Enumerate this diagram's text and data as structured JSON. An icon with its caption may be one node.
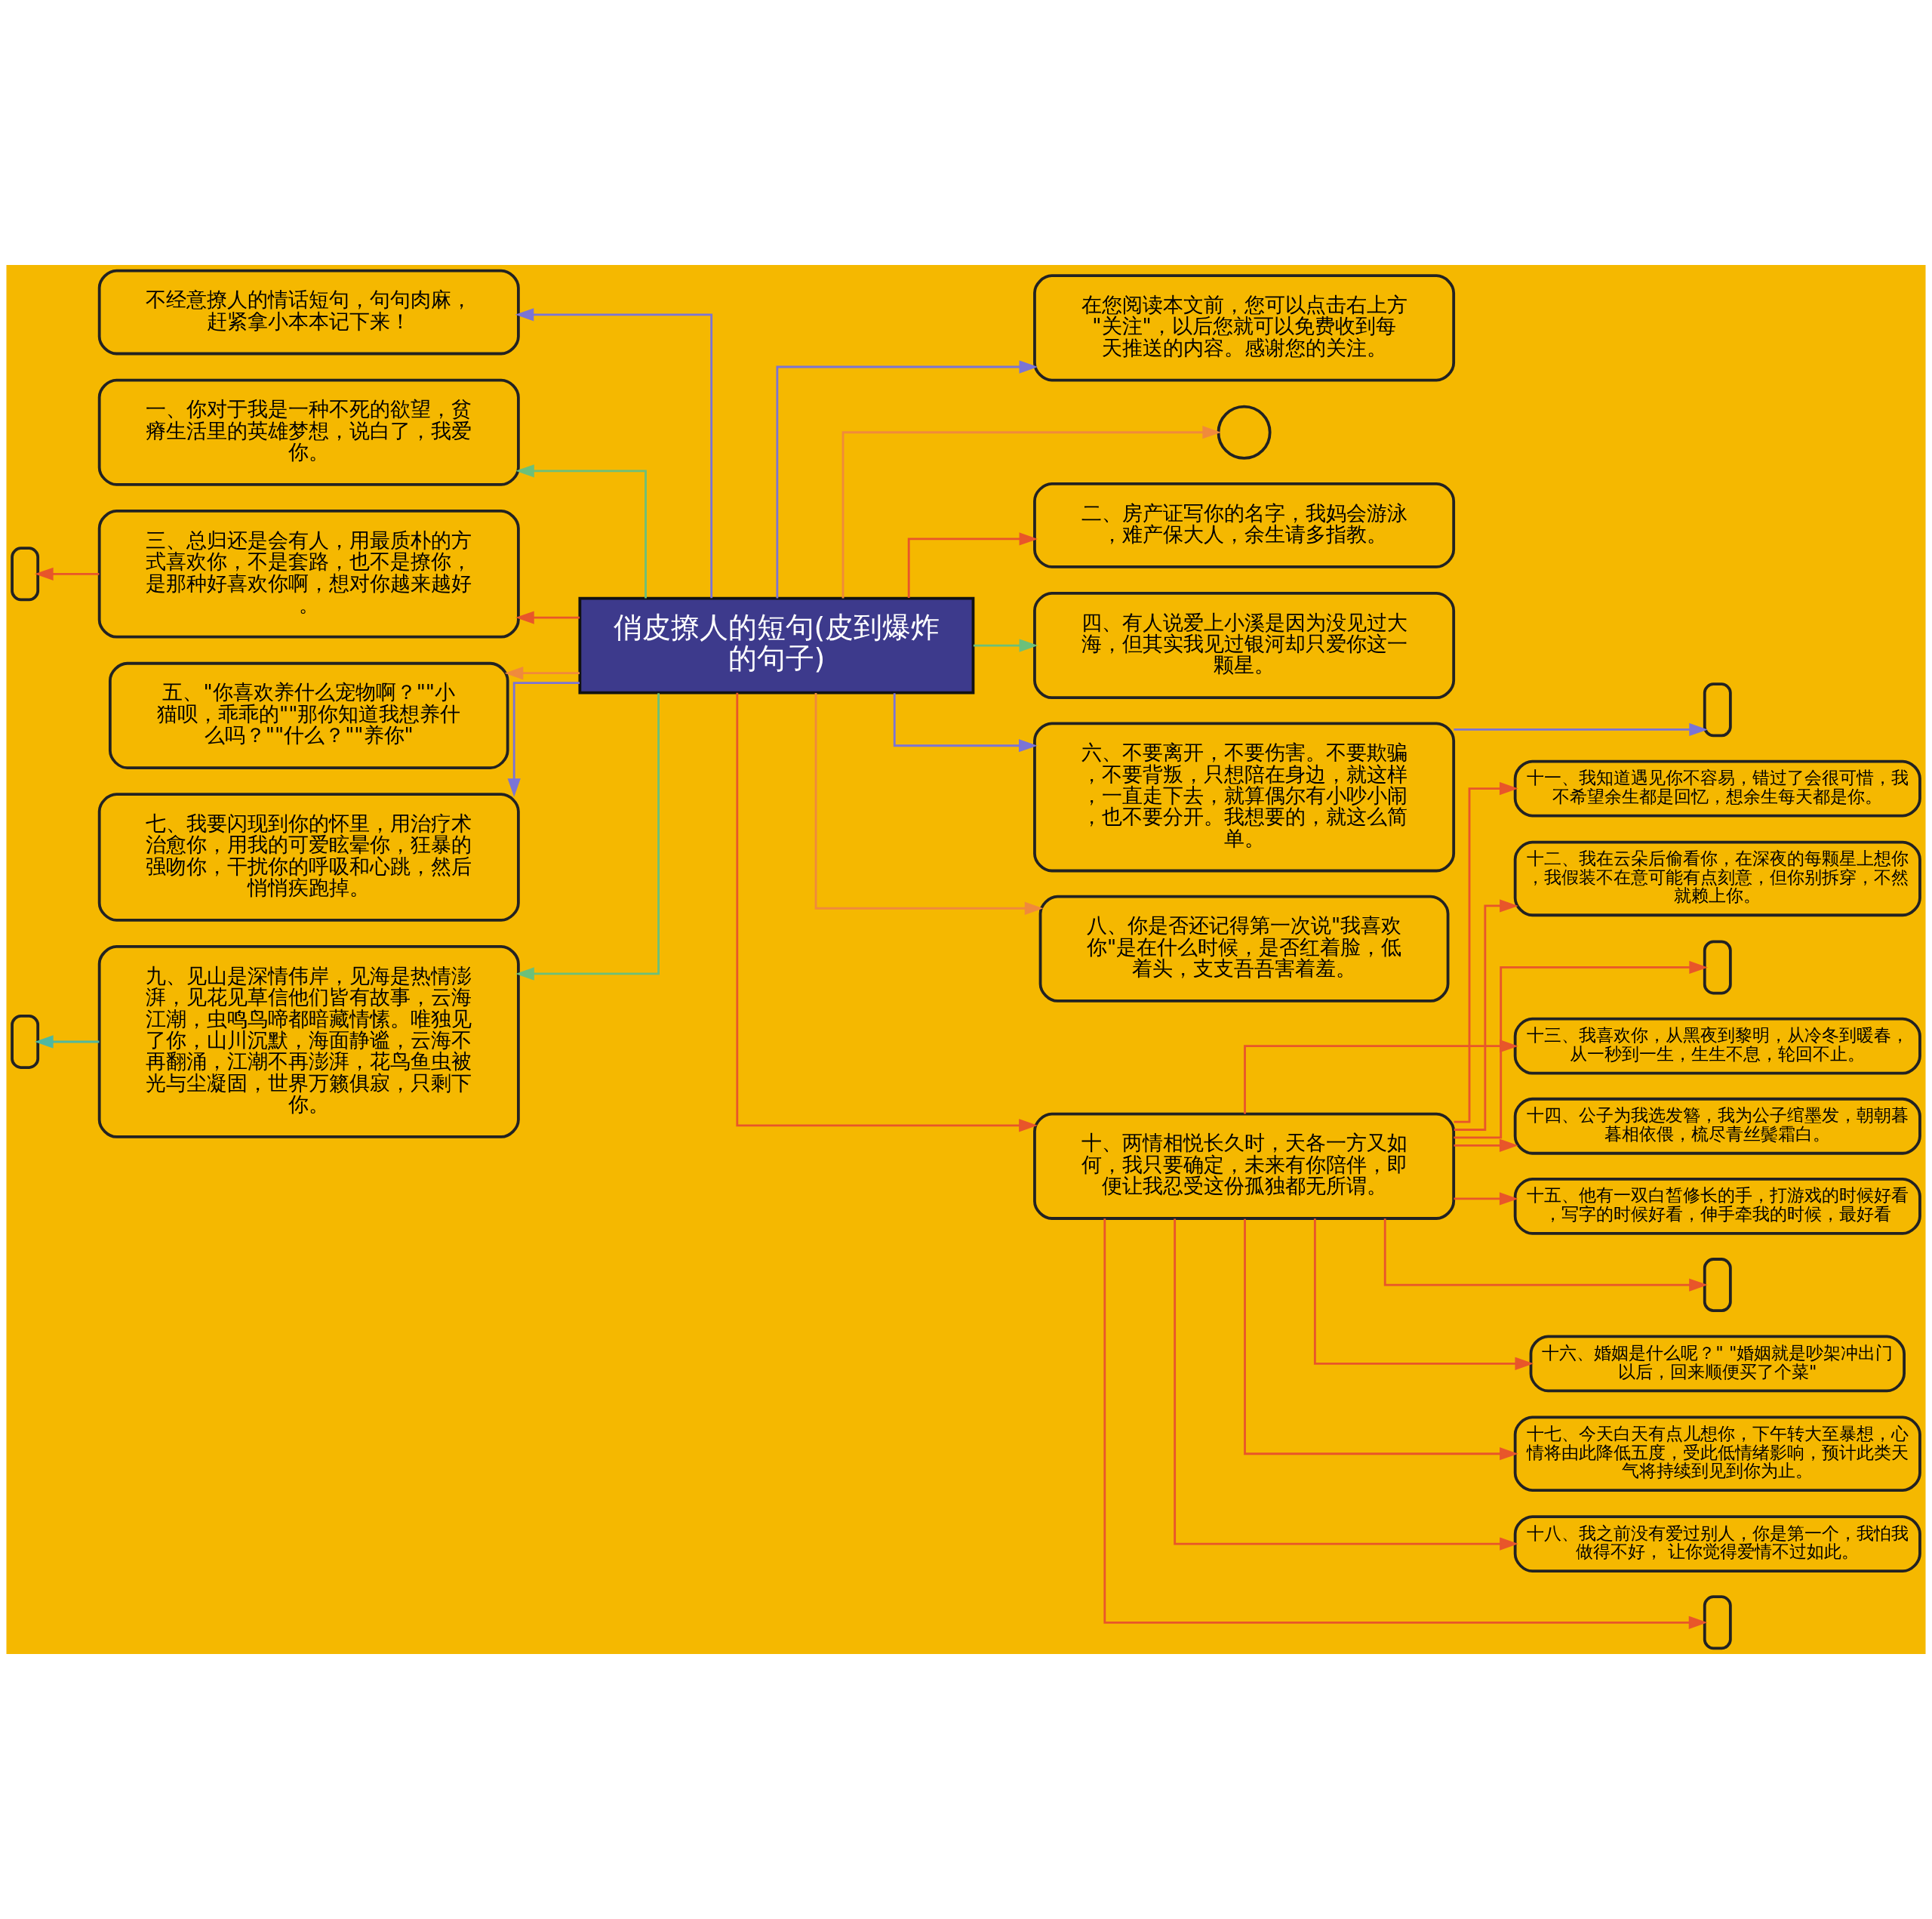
{
  "diagram": {
    "nodes": [
      {
        "text": [
          "俏皮撩人的短句(皮到爆炸的句子)"
        ]
      },
      {
        "text": [
          "不经意撩人的情话短句，句句肉麻，赶紧拿小本本记下来！"
        ]
      },
      {
        "text": [
          "一、你对于我是一种不死的欲望，贫瘠生活里的英雄梦想，说白了，我爱你。"
        ]
      },
      {
        "text": [
          "三、总归还是会有人，用最质朴的方式喜欢你，不是套路，也不是撩你，是那种好喜欢你啊，想对你越来越好。"
        ]
      },
      {
        "text": [],
        "shape": "box"
      },
      {
        "text": [
          "五、\"你喜欢养什么宠物啊？\"\"小猫呗，乖乖的\"\"那你知道我想养什么吗？\"\"什么？\"\"养你\""
        ]
      },
      {
        "text": [
          "七、我要闪现到你的怀里，用治疗术治愈你，用我的可爱眩晕你，狂暴的强吻你，干扰你的呼吸和心跳，然后悄悄疾跑掉。"
        ]
      },
      {
        "text": [
          "九、见山是深情伟岸，见海是热情澎湃，见花见草信他们皆有故事，云海江潮，虫鸣鸟啼都暗藏情愫。唯独见了你，山川沉默，海面静谧，云海不再翻涌，江潮不再澎湃，花鸟鱼虫被光与尘凝固，世界万籁俱寂，只剩下你。"
        ]
      },
      {
        "text": [],
        "shape": "box"
      },
      {
        "text": [
          "在您阅读本文前，您可以点击右上方\"关注\"，以后您就可以免费收到每天推送的内容。感谢您的关注。"
        ]
      },
      {
        "text": [],
        "shape": "circle"
      },
      {
        "text": [
          "二、房产证写你的名字，我妈会游泳，难产保大人，余生请多指教。"
        ]
      },
      {
        "text": [
          "四、有人说爱上小溪是因为没见过大海，但其实我见过银河却只爱你这一颗星。"
        ]
      },
      {
        "text": [
          "六、不要离开，不要伤害。不要欺骗，不要背叛，只想陪在身边，就这样，一直走下去，就算偶尔有小吵小闹，也不要分开。我想要的，就这么简单。"
        ]
      },
      {
        "text": [],
        "shape": "box"
      },
      {
        "text": [
          "八、你是否还记得第一次说\"我喜欢你\"是在什么时候，是否红着脸，低着头，支支吾吾害着羞。"
        ]
      },
      {
        "text": [
          "十、两情相悦长久时，天各一方又如何，我只要确定，未来有你陪伴，即便让我忍受这份孤独都无所谓。"
        ]
      },
      {
        "text": [
          "十一、我知道遇见你不容易，错过了会很可惜，我不希望余生都是回忆，想余生每天都是你。"
        ]
      },
      {
        "text": [
          "十二、我在云朵后偷看你，在深夜的每颗星上想你，我假装不在意可能有点刻意，但你别拆穿，不然就赖上你。"
        ]
      },
      {
        "text": [],
        "shape": "box"
      },
      {
        "text": [
          "十三、我喜欢你，从黑夜到黎明，从冷冬到暖春，从一秒到一生，生生不息，轮回不止。"
        ]
      },
      {
        "text": [
          "十四、公子为我选发簪，我为公子绾墨发，朝朝暮暮相依偎，梳尽青丝鬓霜白。"
        ]
      },
      {
        "text": [
          "十五、他有一双白皙修长的手，打游戏的时候好看，写字的时候好看，伸手牵我的时候，最好看"
        ]
      },
      {
        "text": [],
        "shape": "box"
      },
      {
        "text": [
          "十六、婚姻是什么呢？\" \"婚姻就是吵架冲出门以后，回来顺便买了个菜\""
        ]
      },
      {
        "text": [
          "十七、今天白天有点儿想你，下午转大至暴想，心情将由此降低五度，受此低情绪影响，预计此类天气将持续到见到你为止。"
        ]
      },
      {
        "text": [
          "十八、我之前没有爱过别人，你是第一个，我怕我做得不好， 让你觉得爱情不过如此。"
        ]
      },
      {
        "text": [],
        "shape": "box"
      }
    ],
    "edges": [
      {
        "from": 0,
        "to": 1,
        "arrow": "to",
        "color": "#7b74d6"
      },
      {
        "from": 0,
        "to": 2,
        "arrow": "to",
        "color": "#6cc07a"
      },
      {
        "from": 0,
        "to": 3,
        "arrow": "to"
      },
      {
        "from": 3,
        "to": 4,
        "arrow": "to"
      },
      {
        "from": 0,
        "to": 5,
        "arrow": "to",
        "color": "#f08a3c"
      },
      {
        "from": 0,
        "to": 6,
        "arrow": "to",
        "color": "#7b74d6"
      },
      {
        "from": 0,
        "to": 7,
        "arrow": "to",
        "color": "#6cc07a"
      },
      {
        "from": 7,
        "to": 8,
        "arrow": "to",
        "color": "#4fb8a0"
      },
      {
        "from": 0,
        "to": 9,
        "arrow": "to",
        "color": "#7b74d6"
      },
      {
        "from": 0,
        "to": 10,
        "arrow": "to",
        "color": "#f08a3c"
      },
      {
        "from": 0,
        "to": 11,
        "arrow": "to"
      },
      {
        "from": 0,
        "to": 12,
        "arrow": "to",
        "color": "#6cc07a"
      },
      {
        "from": 0,
        "to": 13,
        "arrow": "to",
        "color": "#7b74d6"
      },
      {
        "from": 13,
        "to": 14,
        "arrow": "to",
        "color": "#7b74d6"
      },
      {
        "from": 0,
        "to": 15,
        "arrow": "to",
        "color": "#f08a3c"
      },
      {
        "from": 0,
        "to": 16,
        "arrow": "to"
      },
      {
        "from": 16,
        "to": 17,
        "arrow": "to"
      },
      {
        "from": 16,
        "to": 18,
        "arrow": "to"
      },
      {
        "from": 16,
        "to": 19,
        "arrow": "to"
      },
      {
        "from": 16,
        "to": 20,
        "arrow": "to"
      },
      {
        "from": 16,
        "to": 21,
        "arrow": "to"
      },
      {
        "from": 16,
        "to": 22,
        "arrow": "to"
      },
      {
        "from": 16,
        "to": 23,
        "arrow": "to"
      },
      {
        "from": 16,
        "to": 24,
        "arrow": "to"
      },
      {
        "from": 16,
        "to": 25,
        "arrow": "to"
      },
      {
        "from": 16,
        "to": 26,
        "arrow": "to"
      },
      {
        "from": 16,
        "to": 27,
        "arrow": "to"
      }
    ]
  }
}
